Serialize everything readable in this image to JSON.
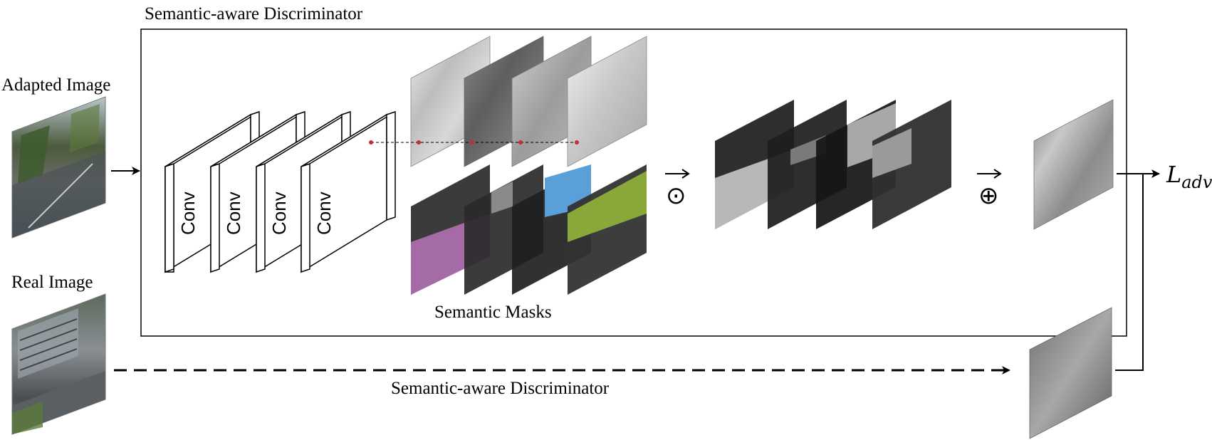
{
  "title": "Semantic-aware Discriminator",
  "inputs": {
    "adapted_label": "Adapted Image",
    "real_label": "Real Image"
  },
  "conv_blocks": [
    "Conv",
    "Conv",
    "Conv",
    "Conv"
  ],
  "masks_label": "Semantic Masks",
  "operators": {
    "multiply": "⊙",
    "sum": "⊕"
  },
  "bottom_label": "Semantic-aware Discriminator",
  "loss": {
    "main": "L",
    "sub": "adv"
  },
  "mask_colors": [
    "#a56ba6",
    "#5aa0d8",
    "#8aa83a"
  ]
}
